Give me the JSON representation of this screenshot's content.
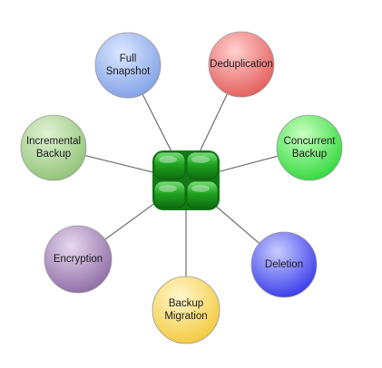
{
  "center": {
    "icon": "green-cube-icon",
    "color": "#1fa31f"
  },
  "nodes": [
    {
      "id": "full-snapshot",
      "lines": [
        "Full",
        "Snapshot"
      ],
      "color_light": "#dbe8ff",
      "color_dark": "#7f9fe6"
    },
    {
      "id": "deduplication",
      "lines": [
        "Deduplication"
      ],
      "color_light": "#ffd0cf",
      "color_dark": "#e25a57"
    },
    {
      "id": "concurrent-backup",
      "lines": [
        "Concurrent",
        "Backup"
      ],
      "color_light": "#c8ffc0",
      "color_dark": "#2fd83a"
    },
    {
      "id": "deletion",
      "lines": [
        "Deletion"
      ],
      "color_light": "#c9ccff",
      "color_dark": "#3437e8"
    },
    {
      "id": "backup-migration",
      "lines": [
        "Backup",
        "Migration"
      ],
      "color_light": "#fff7cc",
      "color_dark": "#f2c93b"
    },
    {
      "id": "encryption",
      "lines": [
        "Encryption"
      ],
      "color_light": "#e7d8ee",
      "color_dark": "#8c6aa3"
    },
    {
      "id": "incremental-backup",
      "lines": [
        "Incremental",
        "Backup"
      ],
      "color_light": "#e2f3d6",
      "color_dark": "#8fc275"
    }
  ]
}
